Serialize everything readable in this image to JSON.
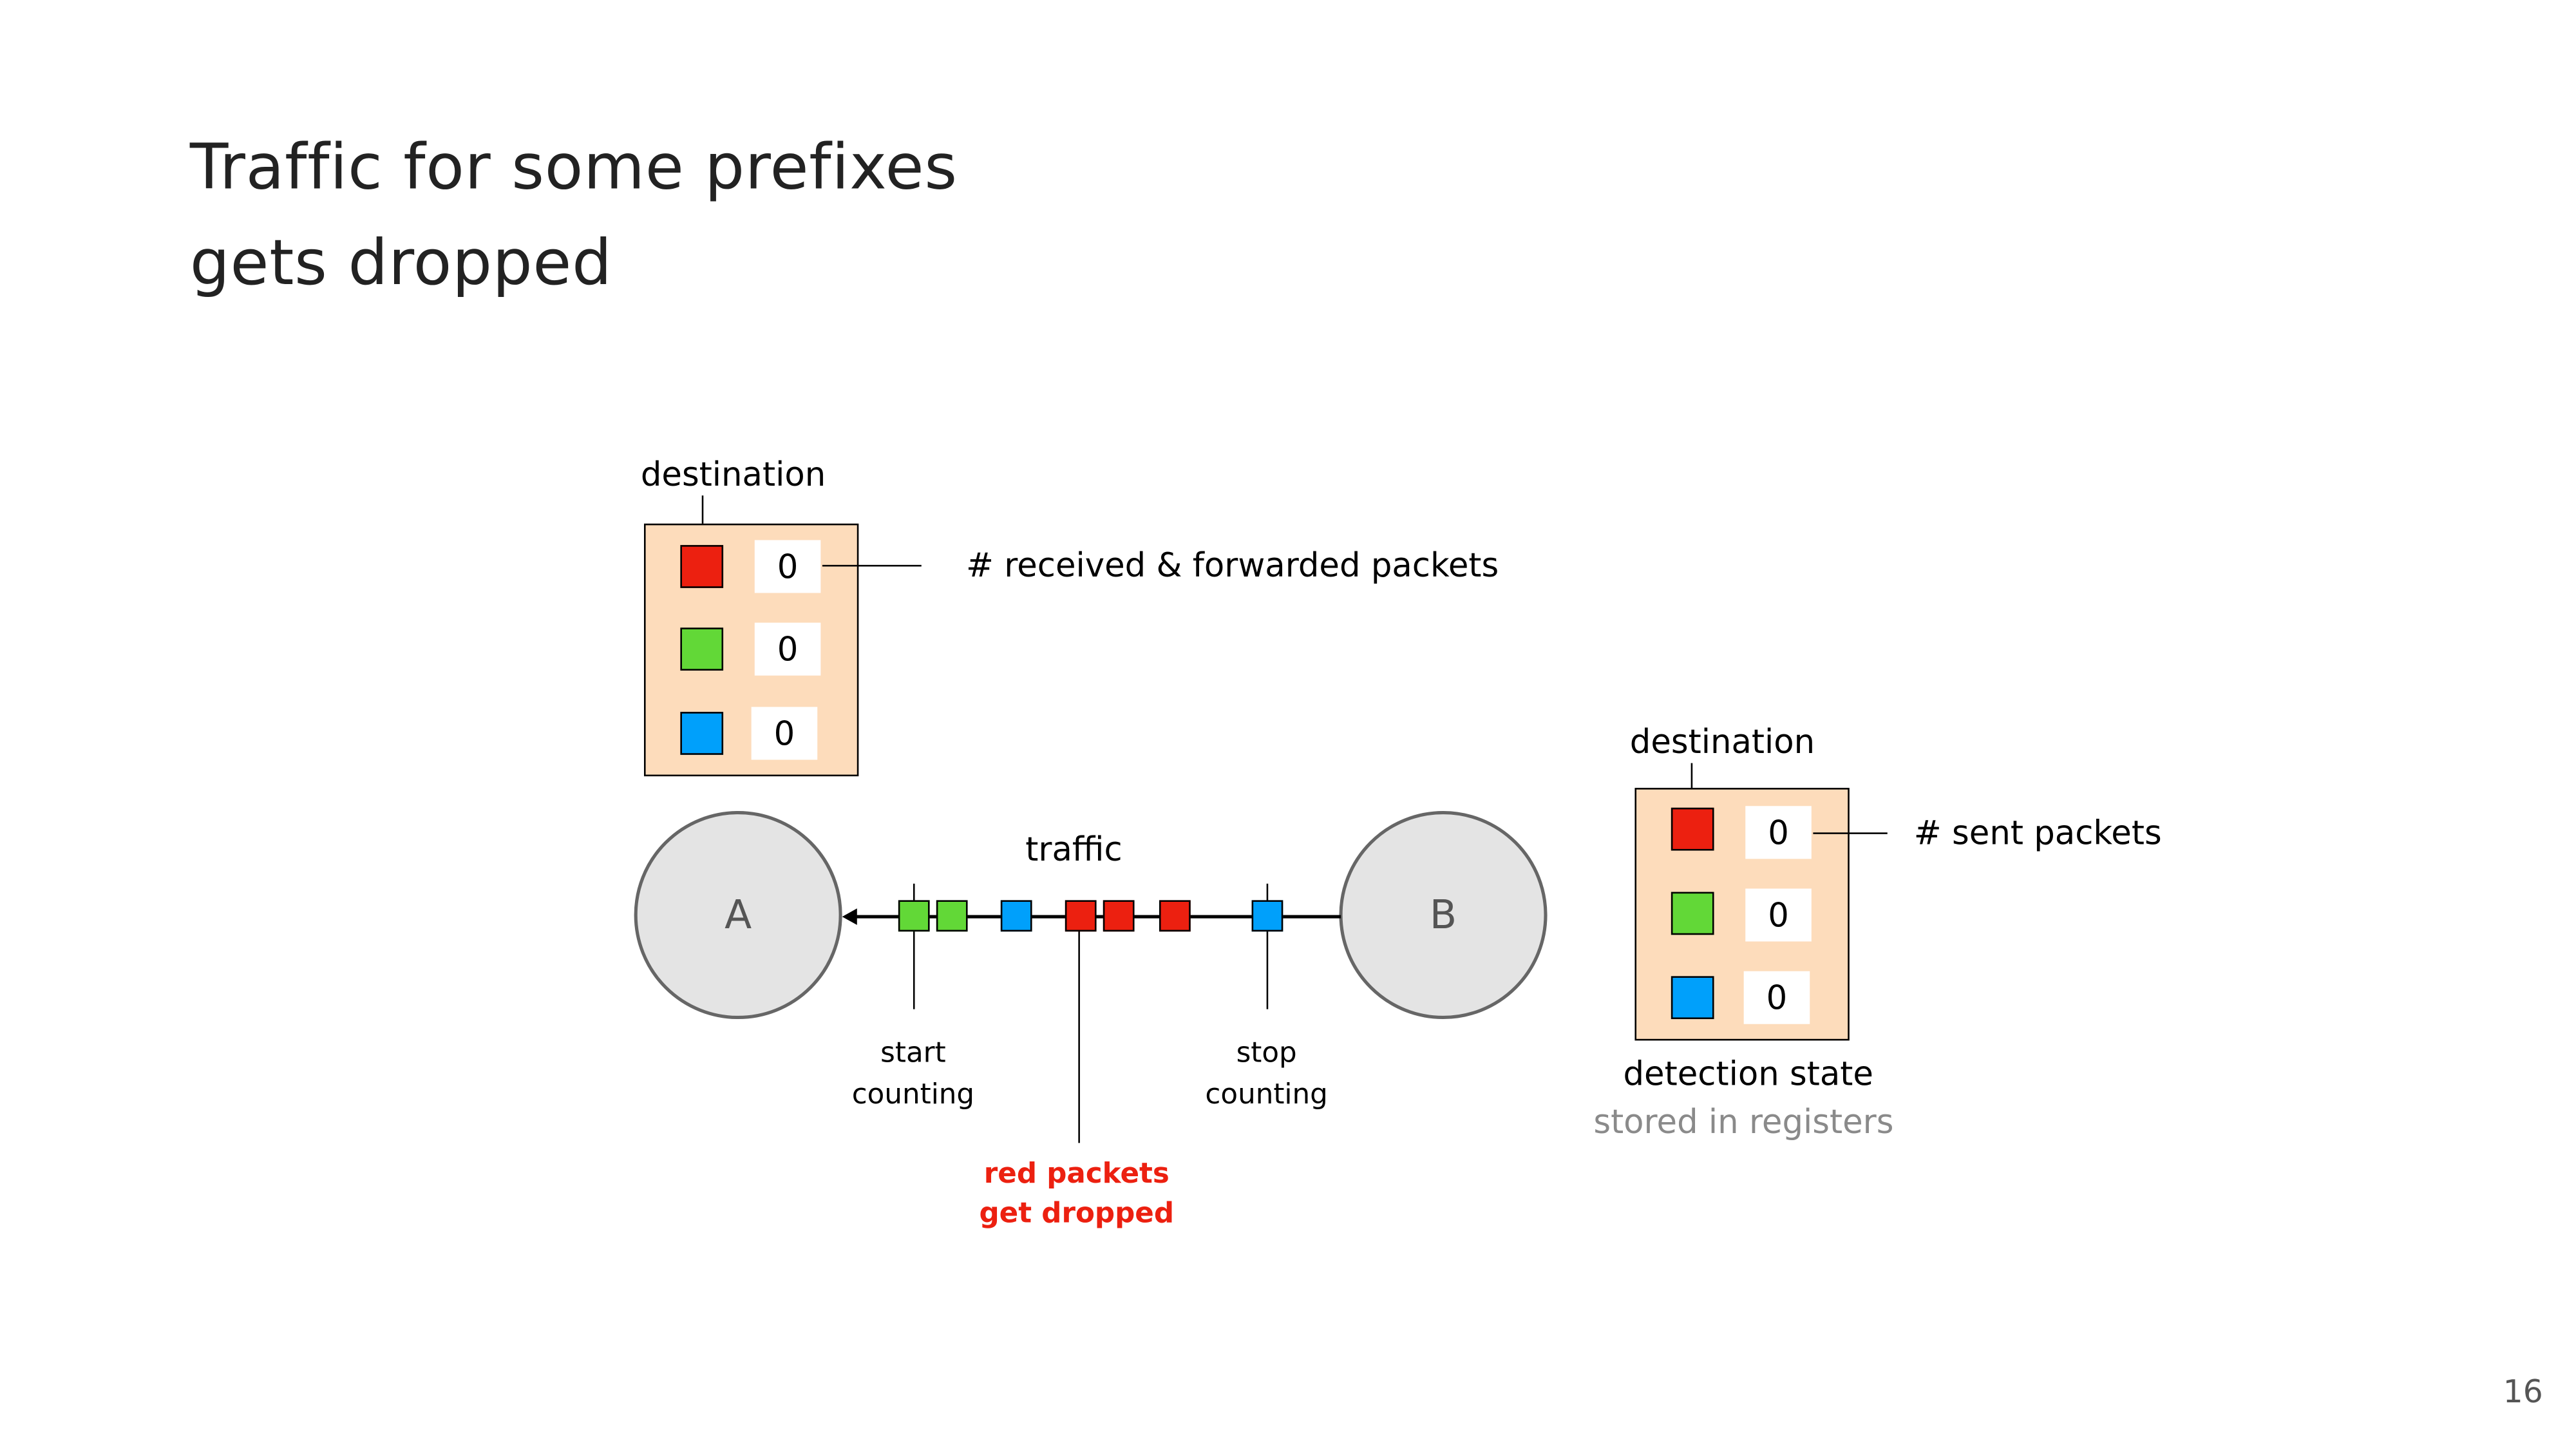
{
  "slide": {
    "title_lines": [
      "Traffic for some prefixes",
      "gets dropped"
    ],
    "page_number": "16"
  },
  "colors": {
    "red": "#ec2010",
    "green": "#62d837",
    "blue": "#00a0fb",
    "box_fill": "#fddcbb",
    "node_fill": "#e4e4e4"
  },
  "receiver_table": {
    "header": "destination",
    "annotation": "# received & forwarded packets",
    "rows": [
      {
        "color": "red",
        "value": "0"
      },
      {
        "color": "green",
        "value": "0"
      },
      {
        "color": "blue",
        "value": "0"
      }
    ]
  },
  "sender_table": {
    "header": "destination",
    "annotation": "# sent packets",
    "caption": "detection state",
    "subcaption": "stored in registers",
    "rows": [
      {
        "color": "red",
        "value": "0"
      },
      {
        "color": "green",
        "value": "0"
      },
      {
        "color": "blue",
        "value": "0"
      }
    ]
  },
  "nodes": {
    "left": "A",
    "right": "B"
  },
  "traffic": {
    "label": "traffic",
    "packets": [
      "green",
      "green",
      "blue",
      "red",
      "red",
      "red",
      "blue"
    ],
    "start_label": [
      "start",
      "counting"
    ],
    "stop_label": [
      "stop",
      "counting"
    ],
    "drop_label": [
      "red packets",
      "get dropped"
    ]
  }
}
